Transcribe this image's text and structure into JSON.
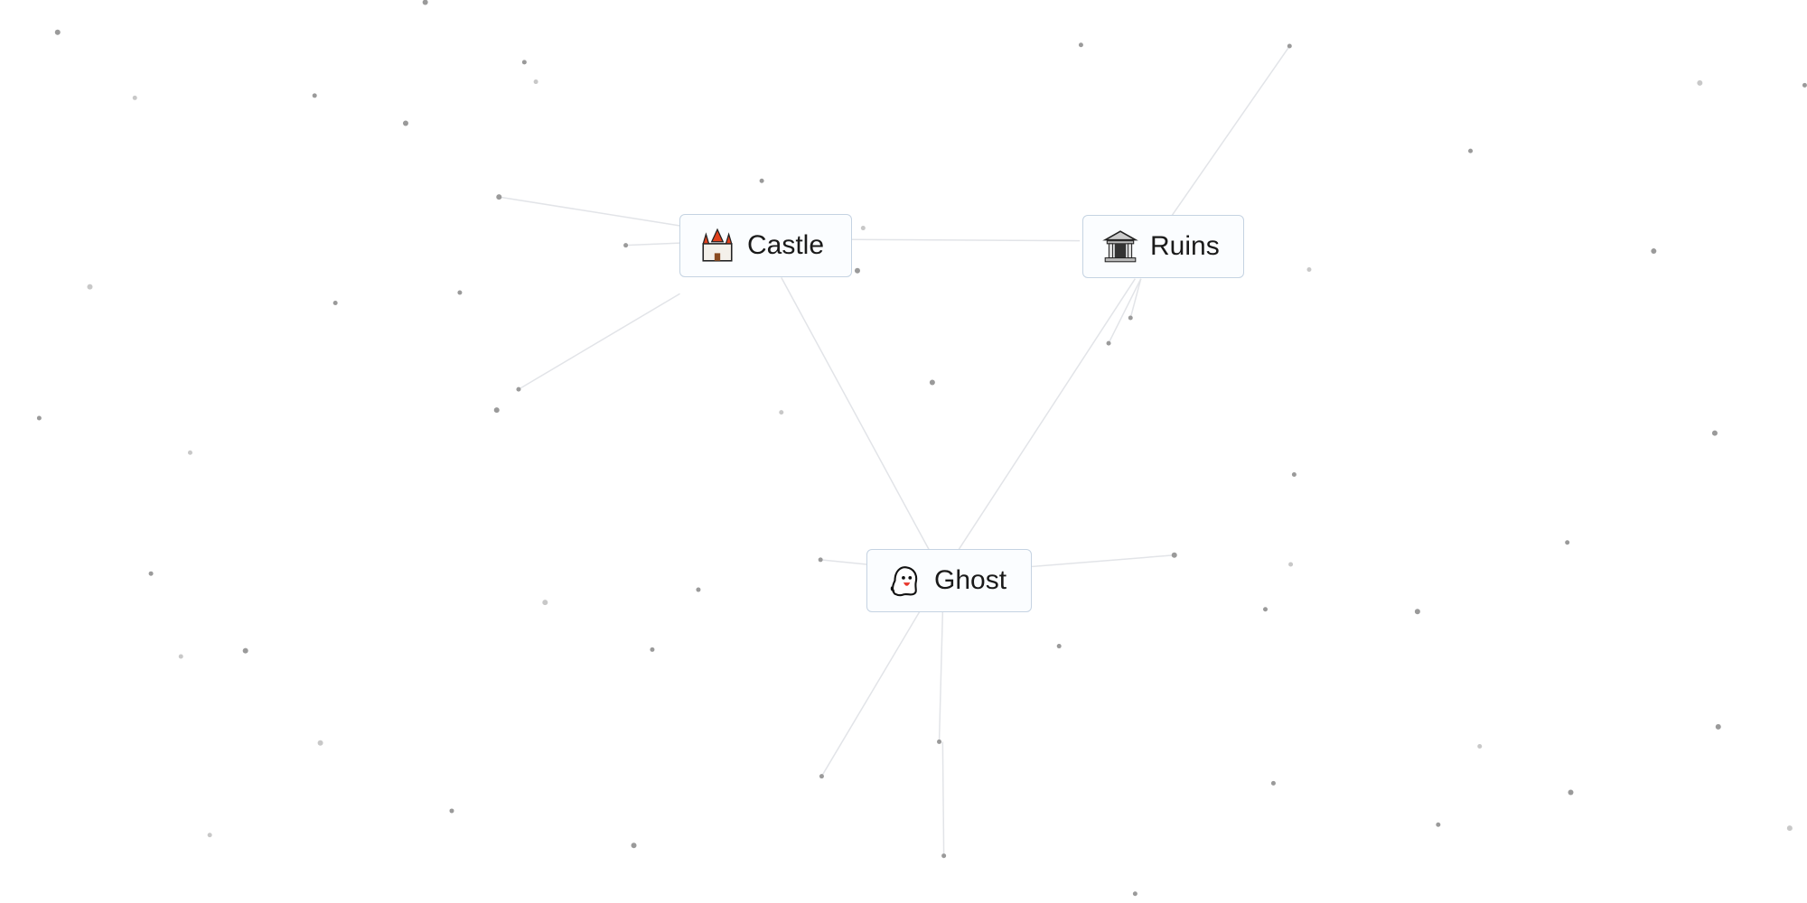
{
  "canvas": {
    "elements": [
      {
        "label": "Castle",
        "icon": "castle-icon"
      },
      {
        "label": "Ruins",
        "icon": "classical-building-icon"
      },
      {
        "label": "Ghost",
        "icon": "ghost-icon"
      }
    ]
  },
  "colors": {
    "node_border": "#c5d3e2",
    "node_bg": "#fbfdff",
    "line": "#e2e4e8",
    "dot": "#9a9a9a"
  }
}
